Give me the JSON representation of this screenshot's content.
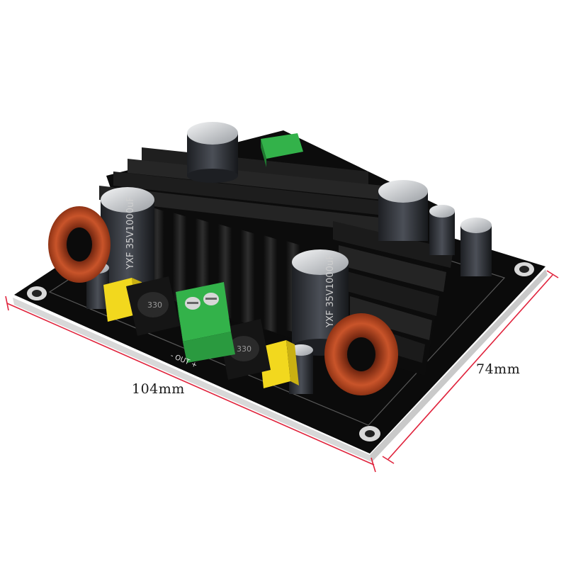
{
  "dimensions": {
    "length_label": "104mm",
    "width_label": "74mm"
  },
  "connector_label": "- OUT +",
  "capacitor_text": "YXF 35V1000uF",
  "inductor_text": "330",
  "colors": {
    "pcb": "#0b0b0b",
    "heatsink": "#151515",
    "capacitor_sleeve": "#2c2e33",
    "terminal_green": "#33b24a",
    "jumper_yellow": "#f2d81e",
    "coil_copper": "#b8431f",
    "dimension_line": "#e0233c"
  },
  "icons": {
    "mount_hole": "mount-hole-icon",
    "terminal_screw": "screw-icon"
  }
}
